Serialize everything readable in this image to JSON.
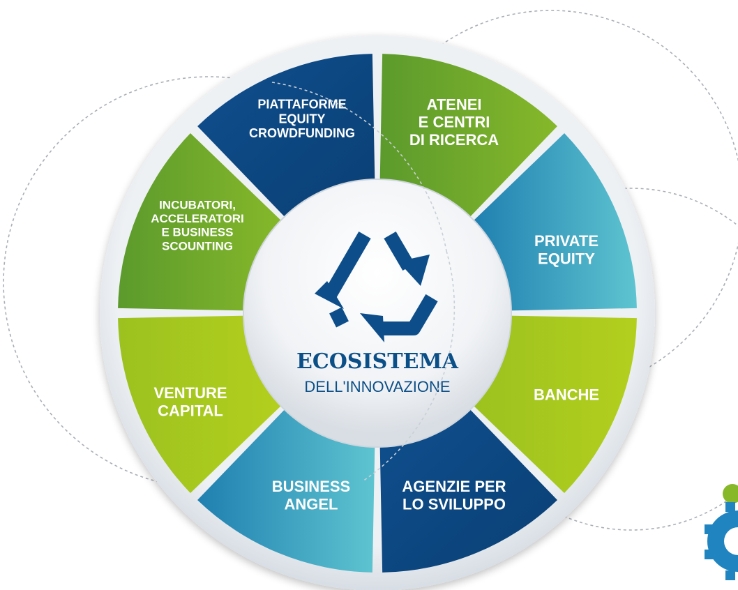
{
  "diagram": {
    "center": {
      "title": "ECOSISTEMA",
      "subtitle": "DELL'INNOVAZIONE",
      "icon": "recycle-arrows-icon"
    },
    "segments": [
      {
        "id": "atenei",
        "lines": [
          "ATENEI",
          "E CENTRI",
          "DI RICERCA"
        ],
        "color": "green"
      },
      {
        "id": "private-equity",
        "lines": [
          "PRIVATE",
          "EQUITY"
        ],
        "color": "teal"
      },
      {
        "id": "banche",
        "lines": [
          "BANCHE"
        ],
        "color": "lime"
      },
      {
        "id": "agenzie",
        "lines": [
          "AGENZIE PER",
          "LO SVILUPPO"
        ],
        "color": "navy"
      },
      {
        "id": "business-angel",
        "lines": [
          "BUSINESS",
          "ANGEL"
        ],
        "color": "teal"
      },
      {
        "id": "venture-capital",
        "lines": [
          "VENTURE",
          "CAPITAL"
        ],
        "color": "lime"
      },
      {
        "id": "incubatori",
        "lines": [
          "INCUBATORI,",
          "ACCELERATORI",
          "E BUSINESS",
          "SCOUNTING"
        ],
        "color": "green"
      },
      {
        "id": "piattaforme",
        "lines": [
          "PIATTAFORME",
          "EQUITY",
          "CROWDFUNDING"
        ],
        "color": "navy"
      }
    ]
  },
  "colors": {
    "navy": "#0d4a86",
    "teal": "#2b9cc0",
    "green": "#6fa82a",
    "lime": "#a8c81e",
    "center_text": "#0b4f88",
    "ring": "#dfe4ea"
  },
  "decor": {
    "corner_icon": "gear-icon"
  }
}
